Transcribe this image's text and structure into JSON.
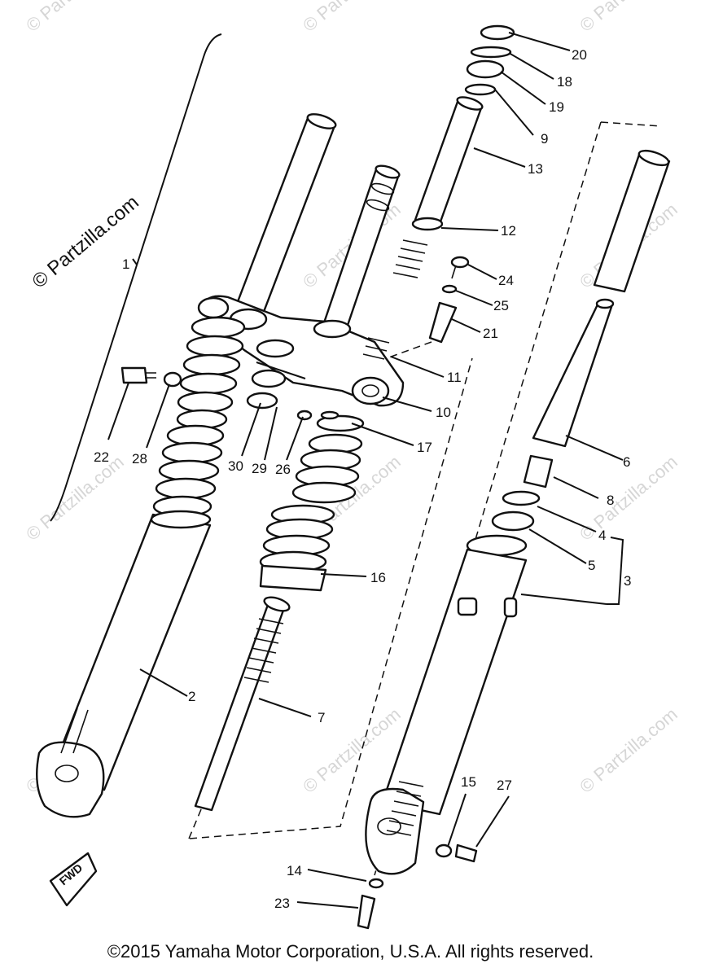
{
  "watermark": {
    "text": "© Partzilla.com"
  },
  "footer": {
    "copyright": "©2015 Yamaha Motor Corporation, U.S.A. All rights reserved."
  },
  "badge": {
    "fwd": "FWD"
  },
  "callouts": [
    "1",
    "2",
    "3",
    "4",
    "5",
    "6",
    "7",
    "8",
    "9",
    "10",
    "11",
    "12",
    "13",
    "14",
    "15",
    "16",
    "17",
    "18",
    "19",
    "20",
    "21",
    "22",
    "23",
    "24",
    "25",
    "26",
    "27",
    "28",
    "29",
    "30"
  ]
}
